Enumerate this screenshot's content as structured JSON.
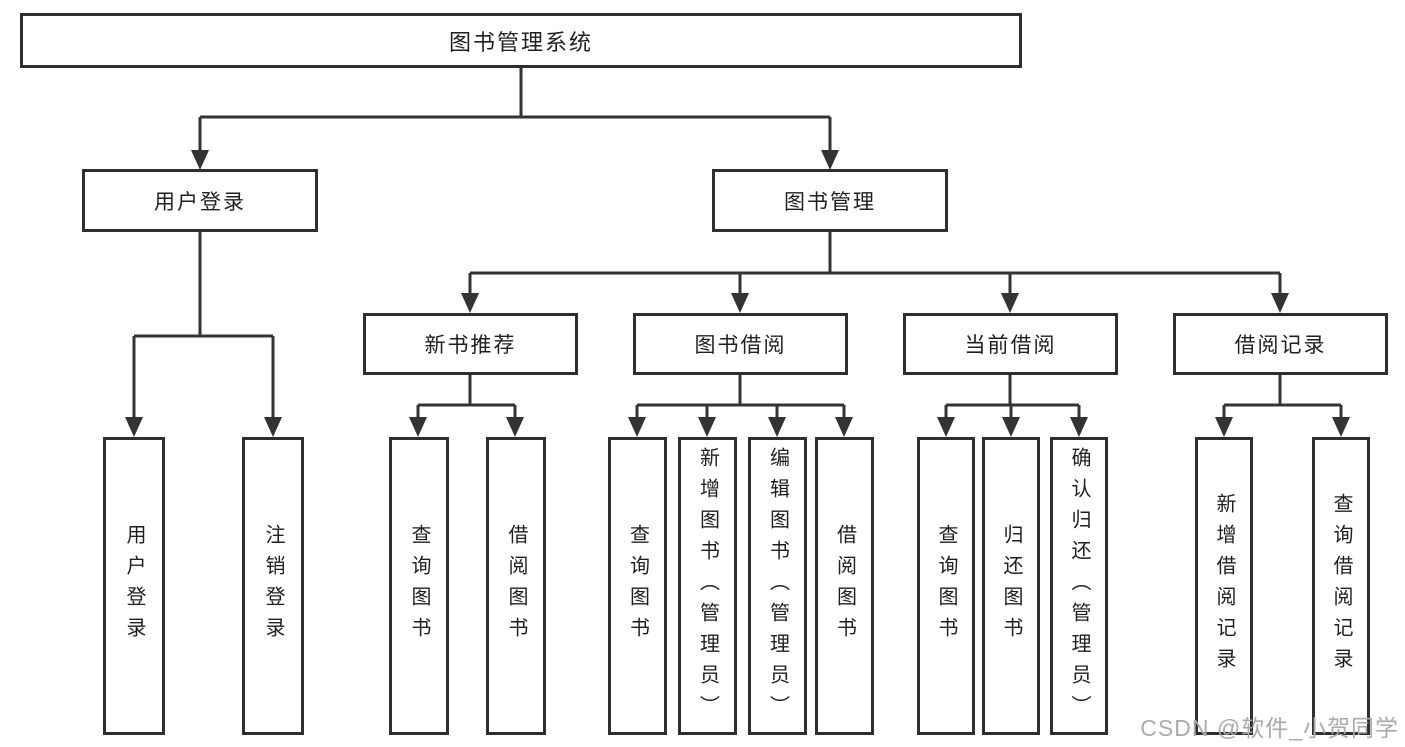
{
  "diagram": {
    "root": {
      "label": "图书管理系统"
    },
    "level2": [
      {
        "label": "用户登录"
      },
      {
        "label": "图书管理"
      }
    ],
    "level3": [
      {
        "label": "新书推荐"
      },
      {
        "label": "图书借阅"
      },
      {
        "label": "当前借阅"
      },
      {
        "label": "借阅记录"
      }
    ],
    "leaves": {
      "user_login": [
        "用户登录",
        "注销登录"
      ],
      "new_book_rec": [
        "查询图书",
        "借阅图书"
      ],
      "book_borrow": [
        "查询图书",
        "新增图书（管理员）",
        "编辑图书（管理员）",
        "借阅图书"
      ],
      "current_borrow": [
        "查询图书",
        "归还图书",
        "确认归还（管理员）"
      ],
      "borrow_records": [
        "新增借阅记录",
        "查询借阅记录"
      ]
    },
    "watermark": "CSDN @软件_小贺同学",
    "colors": {
      "line": "#333333",
      "border": "#2e2e2e",
      "text": "#1f1f1f",
      "watermark": "#aaaaaa",
      "background": "#ffffff"
    }
  }
}
